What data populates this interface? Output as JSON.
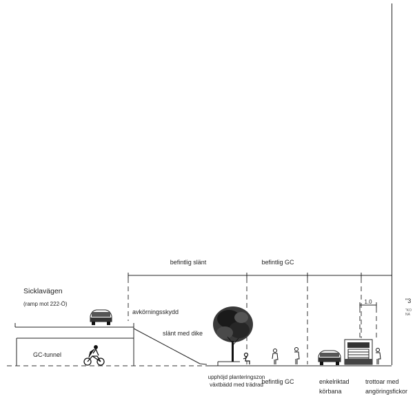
{
  "colors": {
    "line": "#222222",
    "dash": "#333333",
    "tree": "#1a1a1a",
    "background": "#ffffff"
  },
  "labels": {
    "befintlig_slant": "befintlig slänt",
    "befintlig_gc_top": "befintlig GC",
    "sicklavagen": "Sicklavägen",
    "ramp": "(ramp mot 222-Ö)",
    "avkorningsskydd": "avkörningsskydd",
    "slant_med_dike": "slänt med dike",
    "gc_tunnel": "GC-tunnel",
    "dim_value": "1.0",
    "cut_title": "\"3",
    "cut_note_1": "\"KO",
    "cut_note_2": "NA",
    "upphojd_1": "upphöjd planteringszon",
    "upphojd_2": "växtbädd med trädrad",
    "befintlig_gc_bottom": "befintlig GC",
    "enkelriktad_1": "enkelriktad",
    "enkelriktad_2": "körbana",
    "trottoar_1": "trottoar med",
    "trottoar_2": "angöringsfickor"
  },
  "icons": [
    "car-on-bridge-icon",
    "cyclist-icon",
    "tree-icon",
    "sitting-person-icon",
    "pedestrian-icon",
    "car-icon",
    "truck-icon"
  ]
}
